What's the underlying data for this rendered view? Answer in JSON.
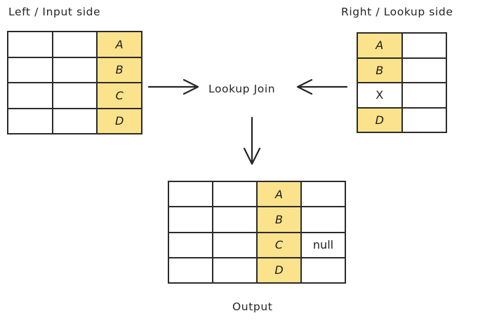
{
  "diagram": {
    "title_left": "Left / Input side",
    "title_right": "Right / Lookup side",
    "title_output": "Output",
    "operation_label": "Lookup Join",
    "colors": {
      "key_fill": "#fbe28c",
      "left_hatch": "#a9d6f2",
      "right_hatch": "#f6bcd2",
      "stroke": "#2b2b2b",
      "text": "#242424"
    },
    "arrows": [
      {
        "name": "left-to-join",
        "direction": "right"
      },
      {
        "name": "right-to-join",
        "direction": "left"
      },
      {
        "name": "join-to-output",
        "direction": "down"
      }
    ]
  },
  "left_table": {
    "columns": [
      "payload-1",
      "payload-2",
      "key"
    ],
    "rows": [
      {
        "cells": [
          "",
          "",
          "A"
        ],
        "styles": [
          "hatch-blue",
          "hatch-blue",
          "key"
        ]
      },
      {
        "cells": [
          "",
          "",
          "B"
        ],
        "styles": [
          "hatch-blue",
          "hatch-blue",
          "key"
        ]
      },
      {
        "cells": [
          "",
          "",
          "C"
        ],
        "styles": [
          "hatch-blue",
          "hatch-blue",
          "key"
        ]
      },
      {
        "cells": [
          "",
          "",
          "D"
        ],
        "styles": [
          "hatch-blue",
          "hatch-blue",
          "key"
        ]
      }
    ]
  },
  "right_table": {
    "columns": [
      "key",
      "payload"
    ],
    "rows": [
      {
        "cells": [
          "A",
          ""
        ],
        "styles": [
          "key",
          "hatch-pink"
        ]
      },
      {
        "cells": [
          "B",
          ""
        ],
        "styles": [
          "key",
          "hatch-pink"
        ]
      },
      {
        "cells": [
          "X",
          ""
        ],
        "styles": [
          "plain",
          "hatch-pink"
        ]
      },
      {
        "cells": [
          "D",
          ""
        ],
        "styles": [
          "key",
          "hatch-pink"
        ]
      }
    ]
  },
  "output_table": {
    "columns": [
      "payload-1",
      "payload-2",
      "key",
      "lookup-payload"
    ],
    "rows": [
      {
        "cells": [
          "",
          "",
          "A",
          ""
        ],
        "styles": [
          "hatch-blue",
          "hatch-blue",
          "key",
          "hatch-pink"
        ]
      },
      {
        "cells": [
          "",
          "",
          "B",
          ""
        ],
        "styles": [
          "hatch-blue",
          "hatch-blue",
          "key",
          "hatch-pink"
        ]
      },
      {
        "cells": [
          "",
          "",
          "C",
          "null"
        ],
        "styles": [
          "hatch-blue",
          "hatch-blue",
          "key",
          "plain"
        ]
      },
      {
        "cells": [
          "",
          "",
          "D",
          ""
        ],
        "styles": [
          "hatch-blue",
          "hatch-blue",
          "key",
          "hatch-pink"
        ]
      }
    ]
  }
}
